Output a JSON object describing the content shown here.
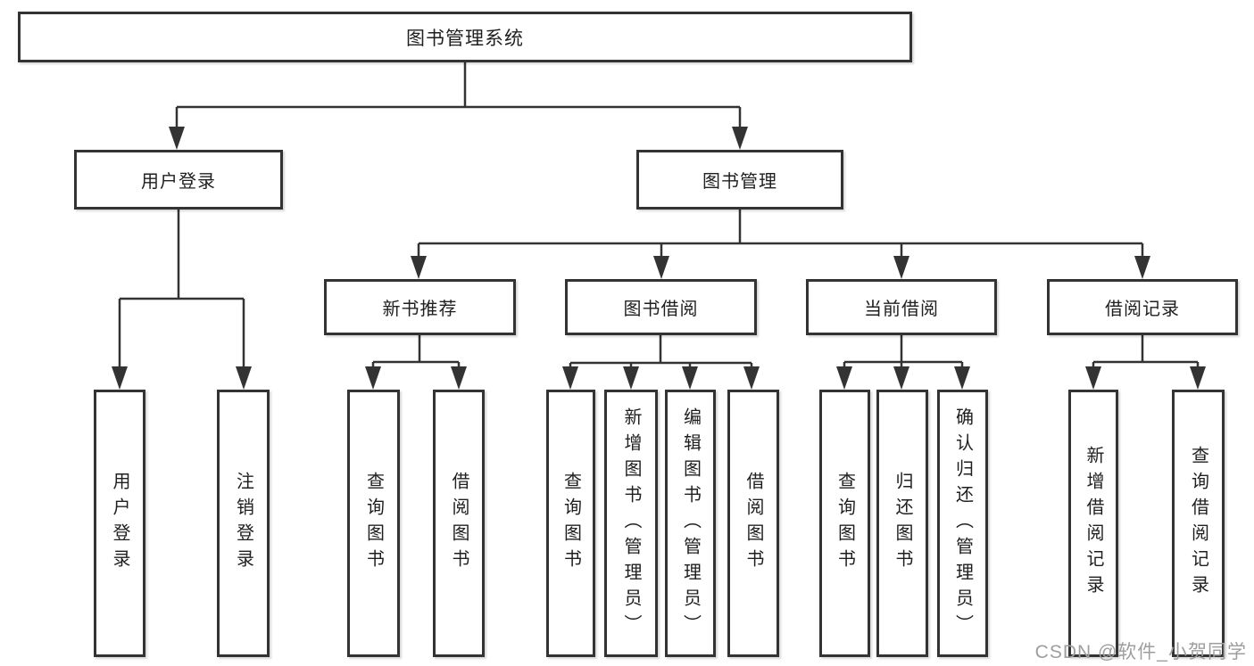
{
  "diagram": {
    "type": "hierarchy-tree",
    "line_color": "#333333",
    "box_border_color": "#333333",
    "box_fill_color": "#ffffff",
    "background_color": "#ffffff",
    "text_color": "#1f1f1f"
  },
  "tree": {
    "label": "图书管理系统",
    "children": [
      {
        "label": "用户登录",
        "children": [
          {
            "label": "用户登录"
          },
          {
            "label": "注销登录"
          }
        ]
      },
      {
        "label": "图书管理",
        "children": [
          {
            "label": "新书推荐",
            "children": [
              {
                "label": "查询图书"
              },
              {
                "label": "借阅图书"
              }
            ]
          },
          {
            "label": "图书借阅",
            "children": [
              {
                "label": "查询图书"
              },
              {
                "label": "新增图书（管理员）"
              },
              {
                "label": "编辑图书（管理员）"
              },
              {
                "label": "借阅图书"
              }
            ]
          },
          {
            "label": "当前借阅",
            "children": [
              {
                "label": "查询图书"
              },
              {
                "label": "归还图书"
              },
              {
                "label": "确认归还（管理员）"
              }
            ]
          },
          {
            "label": "借阅记录",
            "children": [
              {
                "label": "新增借阅记录"
              },
              {
                "label": "查询借阅记录"
              }
            ]
          }
        ]
      }
    ]
  },
  "watermark": {
    "text": "CSDN @软件_小贺同学",
    "color": "#9e9e9e"
  }
}
